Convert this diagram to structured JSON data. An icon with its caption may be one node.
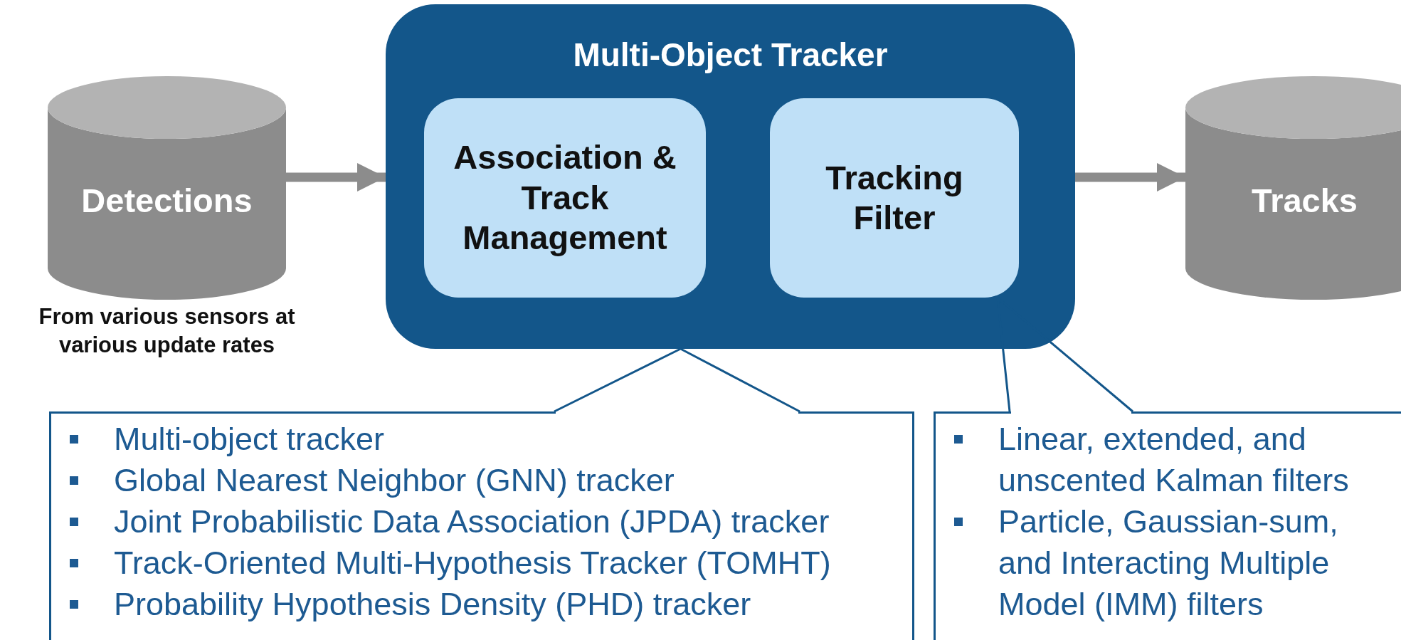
{
  "diagram": {
    "nodes": [
      {
        "text": [
          "Detections"
        ],
        "beside": [
          "From various sensors at various update rates"
        ]
      },
      {
        "text": [
          "Multi-Object Tracker"
        ]
      },
      {
        "text": [
          "Association & Track Management"
        ],
        "in": 1
      },
      {
        "text": [
          "Tracking Filter"
        ],
        "in": 1
      },
      {
        "text": [
          "Tracks"
        ]
      },
      {
        "text": [
          "Multi-object tracker",
          "Global Nearest Neighbor (GNN) tracker",
          "Joint Probabilistic Data Association (JPDA) tracker",
          "Track-Oriented Multi-Hypothesis Tracker (TOMHT)",
          "Probability Hypothesis Density (PHD) tracker"
        ]
      },
      {
        "text": [
          "Linear, extended, and unscented Kalman filters",
          "Particle, Gaussian-sum, and Interacting Multiple Model (IMM) filters"
        ]
      }
    ],
    "edges": [
      {
        "from": 0,
        "to": 1,
        "arrow": "to",
        "style": "thick",
        "color": "#8c8c8c"
      },
      {
        "from": 1,
        "to": 4,
        "arrow": "to",
        "style": "thick",
        "color": "#8c8c8c"
      },
      {
        "from": 5,
        "to": 1,
        "arrow": "none",
        "color": "#13568a"
      },
      {
        "from": 6,
        "to": 3,
        "arrow": "none",
        "color": "#13568a"
      }
    ]
  }
}
